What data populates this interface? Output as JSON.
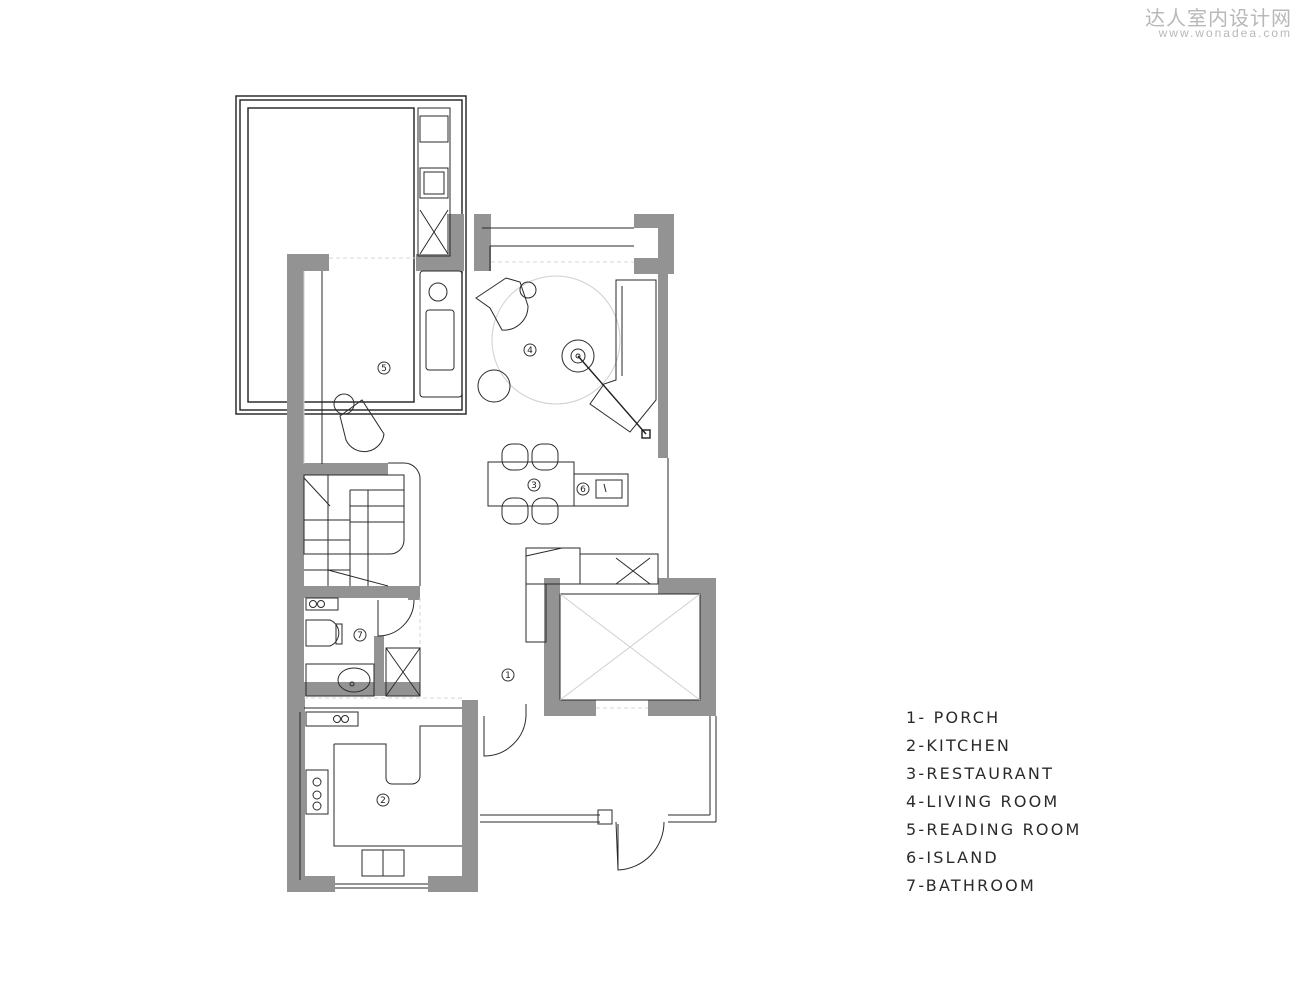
{
  "watermark": {
    "site_name": "达人室内设计网",
    "url": "www.wonadea.com"
  },
  "legend": [
    {
      "number": "1",
      "text": "1- PORCH"
    },
    {
      "number": "2",
      "text": "2-KITCHEN"
    },
    {
      "number": "3",
      "text": "3-RESTAURANT"
    },
    {
      "number": "4",
      "text": "4-LIVING ROOM"
    },
    {
      "number": "5",
      "text": "5-READING ROOM"
    },
    {
      "number": "6",
      "text": "6-ISLAND"
    },
    {
      "number": "7",
      "text": "7-BATHROOM"
    }
  ],
  "room_tags": [
    "1",
    "2",
    "3",
    "4",
    "5",
    "6",
    "7"
  ],
  "colors": {
    "wall": "#939393",
    "line": "#1e1e1e",
    "legend_text": "#2a2a2a",
    "watermark": "#b8b8b8"
  }
}
